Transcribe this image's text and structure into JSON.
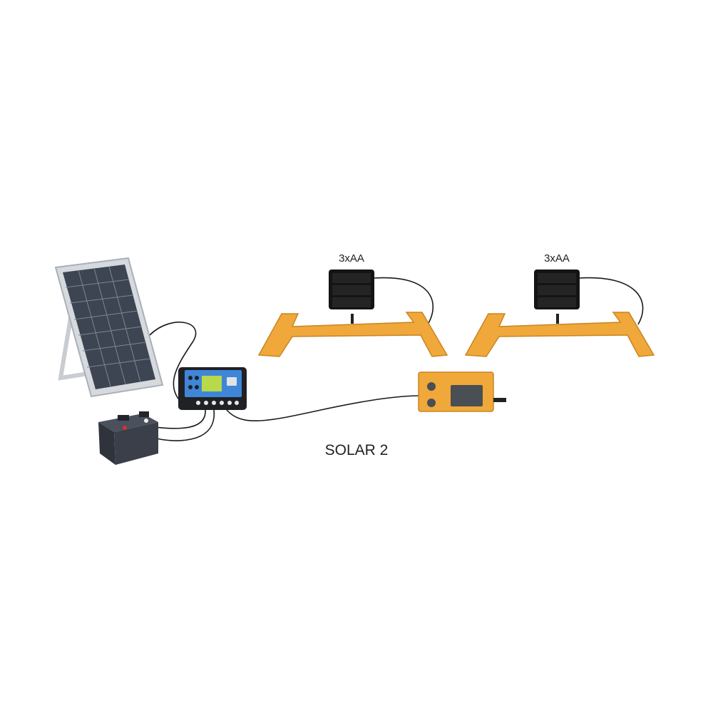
{
  "diagram": {
    "title": "SOLAR 2",
    "holders": [
      {
        "label": "3xAA"
      },
      {
        "label": "3xAA"
      }
    ]
  },
  "colors": {
    "stand": "#f0a83a",
    "stand_dark": "#c98522",
    "controller_blue": "#3f86d8",
    "lcd": "#b8d94a",
    "battery": "#3a3f4a",
    "cable": "#1a1a1a"
  }
}
